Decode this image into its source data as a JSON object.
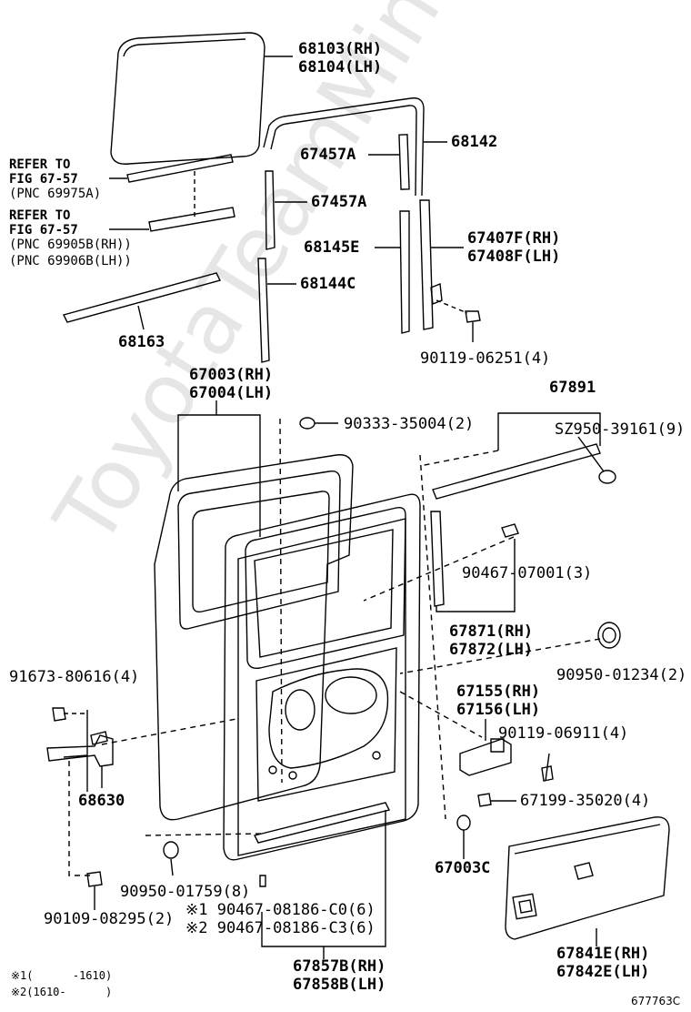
{
  "watermark": "ToyotaTeamMine.ru",
  "labels": {
    "p68103": "68103(RH)",
    "p68104": "68104(LH)",
    "p68142": "68142",
    "p67457a_1": "67457A",
    "p67457a_2": "67457A",
    "refer1_a": "REFER TO",
    "refer1_b": "FIG 67-57",
    "refer1_c": "(PNC 69975A)",
    "refer2_a": "REFER TO",
    "refer2_b": "FIG 67-57",
    "refer2_c": "(PNC 69905B(RH))",
    "refer2_d": "(PNC 69906B(LH))",
    "p68145e": "68145E",
    "p67407f": "67407F(RH)",
    "p67408f": "67408F(LH)",
    "p68144c": "68144C",
    "p68163": "68163",
    "p90119_06251": "90119-06251(4)",
    "p67003": "67003(RH)",
    "p67004": "67004(LH)",
    "p67891": "67891",
    "p90333": "90333-35004(2)",
    "psz950": "SZ950-39161(9)",
    "p90467_07001": "90467-07001(3)",
    "p67871": "67871(RH)",
    "p67872": "67872(LH)",
    "p90950_01234": "90950-01234(2)",
    "p91673": "91673-80616(4)",
    "p67155": "67155(RH)",
    "p67156": "67156(LH)",
    "p90119_06911": "90119-06911(4)",
    "p68630": "68630",
    "p67199": "67199-35020(4)",
    "p67003c": "67003C",
    "p90950_01759": "90950-01759(8)",
    "p90467_c0": "※1 90467-08186-C0(6)",
    "p90467_c3": "※2 90467-08186-C3(6)",
    "p90109": "90109-08295(2)",
    "p67857b": "67857B(RH)",
    "p67858b": "67858B(LH)",
    "p67841e": "67841E(RH)",
    "p67842e": "67842E(LH)",
    "note1": "※1(      -1610)",
    "note2": "※2(1610-      )",
    "diagram_id": "677763C"
  }
}
